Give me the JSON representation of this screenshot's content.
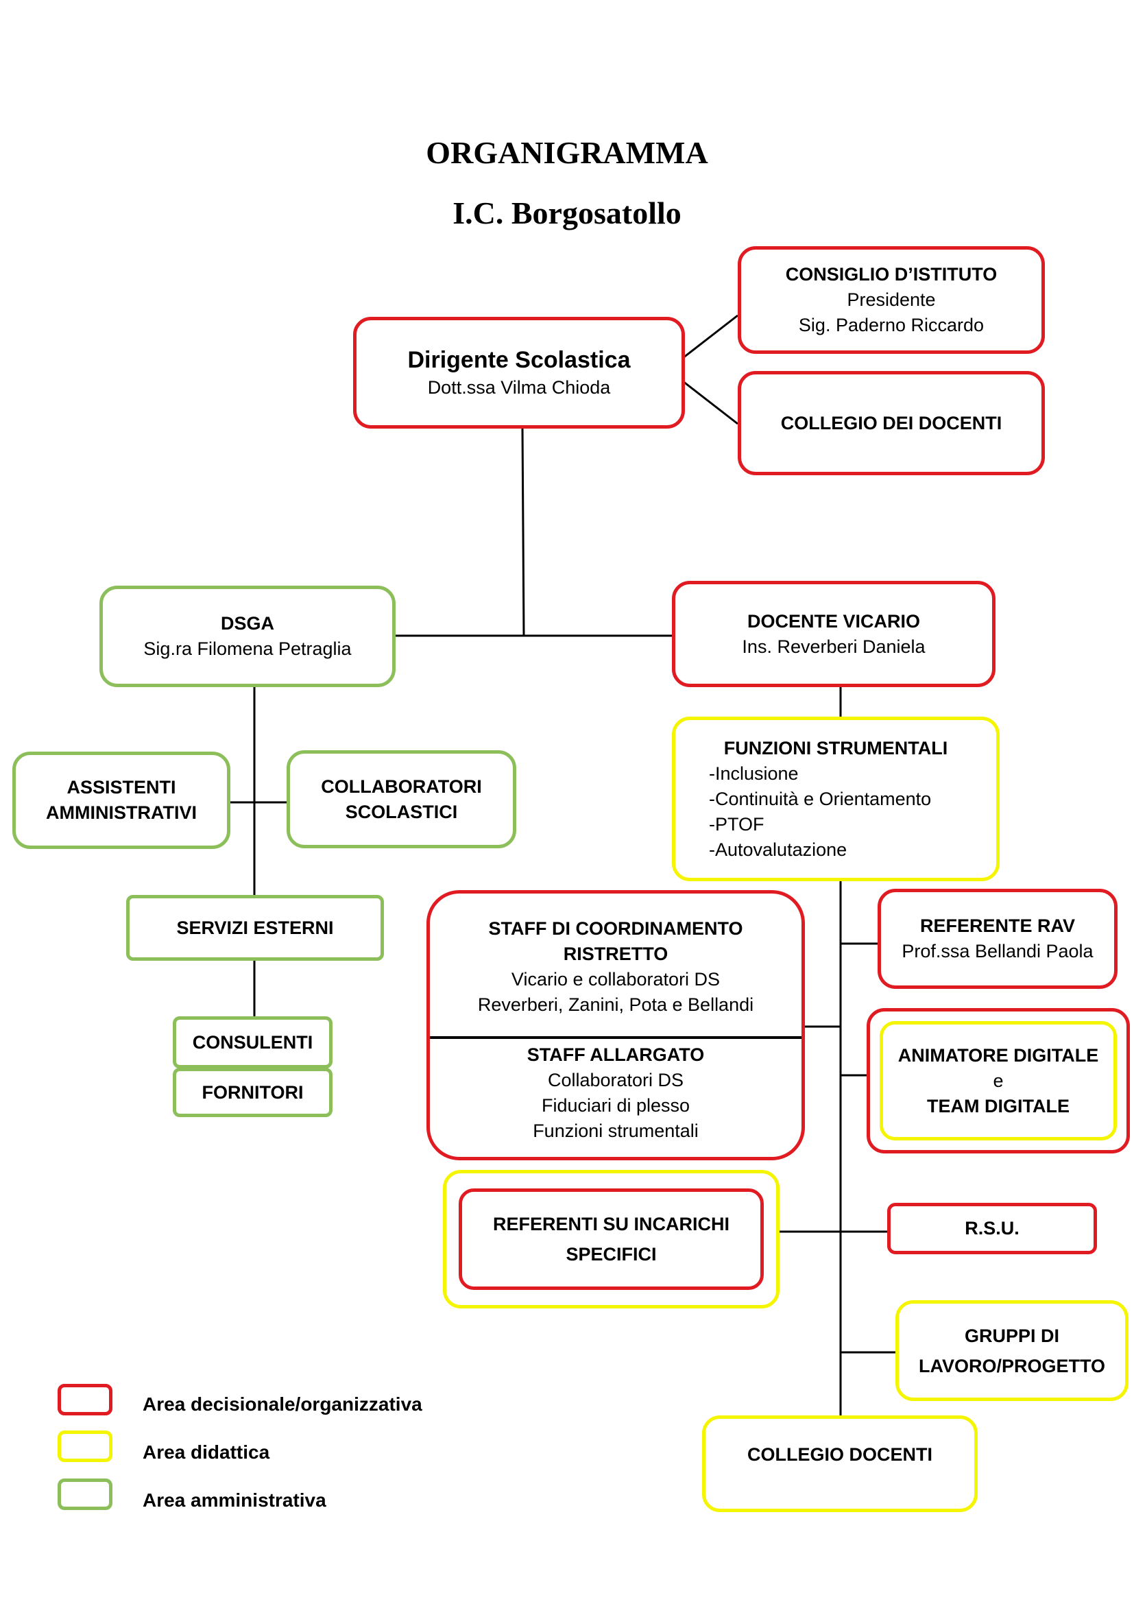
{
  "header": {
    "title": "ORGANIGRAMMA",
    "subtitle": "I.C. Borgosatollo"
  },
  "nodes": {
    "dirigente": {
      "title": "Dirigente Scolastica",
      "line1": "Dott.ssa Vilma Chioda"
    },
    "consiglio": {
      "title": "CONSIGLIO D’ISTITUTO",
      "line1": "Presidente",
      "line2": "Sig. Paderno Riccardo"
    },
    "collegio_top": {
      "title": "COLLEGIO DEI DOCENTI"
    },
    "dsga": {
      "title": "DSGA",
      "line1": "Sig.ra Filomena Petraglia"
    },
    "vicario": {
      "title": "DOCENTE VICARIO",
      "line1": "Ins. Reverberi Daniela"
    },
    "assistenti": {
      "line1": "ASSISTENTI",
      "line2": "AMMINISTRATIVI"
    },
    "collaboratori": {
      "line1": "COLLABORATORI",
      "line2": "SCOLASTICI"
    },
    "funzioni": {
      "title": "FUNZIONI STRUMENTALI",
      "items": [
        "-Inclusione",
        "-Continuità e Orientamento",
        "-PTOF",
        "-Autovalutazione"
      ]
    },
    "servizi": {
      "title": "SERVIZI ESTERNI"
    },
    "consulenti": {
      "title": "CONSULENTI"
    },
    "fornitori": {
      "title": "FORNITORI"
    },
    "staff_ristretto": {
      "title1": "STAFF DI COORDINAMENTO",
      "title2": "RISTRETTO",
      "line1": "Vicario e collaboratori DS",
      "line2": "Reverberi, Zanini, Pota e Bellandi"
    },
    "staff_allargato": {
      "title": "STAFF ALLARGATO",
      "line1": "Collaboratori DS",
      "line2": "Fiduciari di plesso",
      "line3": "Funzioni strumentali"
    },
    "referente_rav": {
      "title": "REFERENTE RAV",
      "line1": "Prof.ssa Bellandi Paola"
    },
    "animatore": {
      "line1": "ANIMATORE DIGITALE",
      "line2": "e",
      "line3": "TEAM DIGITALE"
    },
    "referenti": {
      "line1": "REFERENTI SU INCARICHI",
      "line2": "SPECIFICI"
    },
    "rsu": {
      "title": "R.S.U."
    },
    "gruppi": {
      "line1": "GRUPPI DI",
      "line2": "LAVORO/PROGETTO"
    },
    "collegio_bottom": {
      "title": "COLLEGIO DOCENTI"
    }
  },
  "legend": [
    {
      "label": "Area decisionale/organizzativa",
      "color": "#e11b22"
    },
    {
      "label": "Area didattica",
      "color": "#f5f500"
    },
    {
      "label": "Area amministrativa",
      "color": "#8cbf5a"
    }
  ],
  "colors": {
    "red": "#e11b22",
    "yellow": "#f5f500",
    "green": "#8cbf5a",
    "line": "#000000"
  }
}
